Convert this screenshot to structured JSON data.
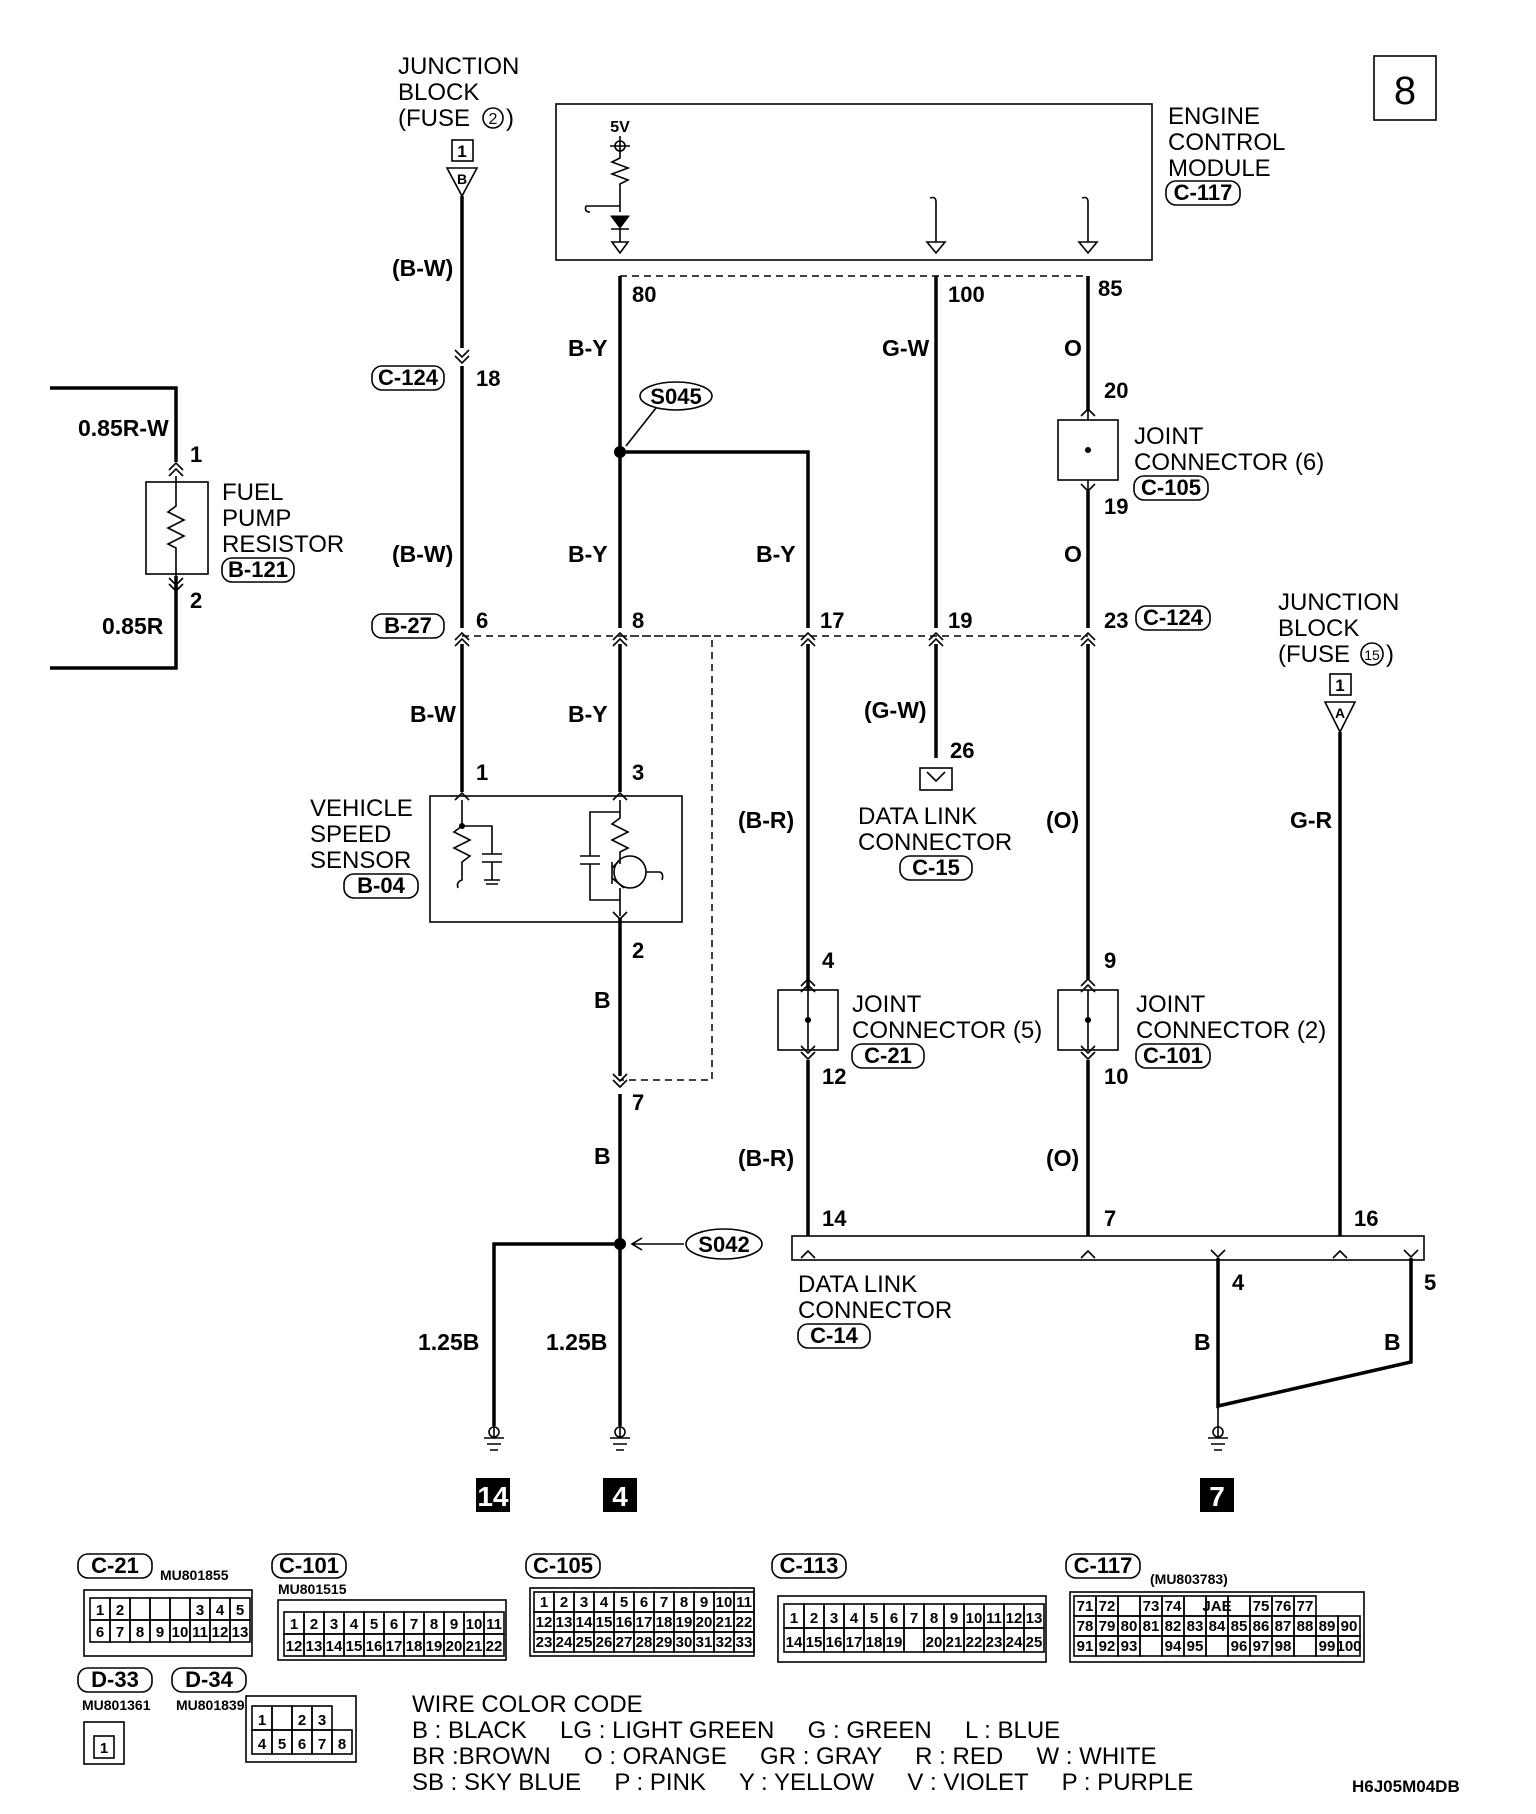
{
  "page_number": "8",
  "diagram_code": "H6J05M04DB",
  "components": {
    "junction_block_fuse2": {
      "line1": "JUNCTION",
      "line2": "BLOCK",
      "line3_prefix": "(FUSE",
      "fuse": "2",
      "line3_suffix": ")",
      "box": "1",
      "terminal": "B"
    },
    "junction_block_fuse15": {
      "line1": "JUNCTION",
      "line2": "BLOCK",
      "line3_prefix": "(FUSE",
      "fuse": "15",
      "line3_suffix": ")",
      "box": "1",
      "terminal": "A"
    },
    "ecm": {
      "line1": "ENGINE",
      "line2": "CONTROL",
      "line3": "MODULE",
      "tag": "C-117",
      "voltage": "5V"
    },
    "fuel_pump_resistor": {
      "line1": "FUEL",
      "line2": "PUMP",
      "line3": "RESISTOR",
      "tag": "B-121"
    },
    "vehicle_speed_sensor": {
      "line1": "VEHICLE",
      "line2": "SPEED",
      "line3": "SENSOR",
      "tag": "B-04"
    },
    "joint_connector_6": {
      "line1": "JOINT",
      "line2": "CONNECTOR (6)",
      "tag": "C-105"
    },
    "joint_connector_5": {
      "line1": "JOINT",
      "line2": "CONNECTOR (5)",
      "tag": "C-21"
    },
    "joint_connector_2": {
      "line1": "JOINT",
      "line2": "CONNECTOR (2)",
      "tag": "C-101"
    },
    "data_link_connector_c15": {
      "line1": "DATA LINK",
      "line2": "CONNECTOR",
      "tag": "C-15"
    },
    "data_link_connector_c14": {
      "line1": "DATA LINK",
      "line2": "CONNECTOR",
      "tag": "C-14"
    }
  },
  "connector_tags": {
    "c124_top": "C-124",
    "b27": "B-27",
    "c124_mid": "C-124"
  },
  "splices": {
    "s045": "S045",
    "s042": "S042"
  },
  "wire_labels": {
    "bw_top": "(B-W)",
    "bw_mid": "(B-W)",
    "bw_low": "B-W",
    "by_top": "B-Y",
    "by_mid": "B-Y",
    "by_low": "B-Y",
    "by_branch": "B-Y",
    "gw_top": "G-W",
    "gw_low": "(G-W)",
    "o_top": "O",
    "o_mid": "O",
    "o_paren1": "(O)",
    "o_paren2": "(O)",
    "br_1": "(B-R)",
    "br_2": "(B-R)",
    "b_1": "B",
    "b_2": "B",
    "b_right1": "B",
    "b_right2": "B",
    "gr": "G-R",
    "r_w": "0.85R-W",
    "r": "0.85R",
    "gnd_1": "1.25B",
    "gnd_2": "1.25B"
  },
  "pins": {
    "ecm_80": "80",
    "ecm_100": "100",
    "ecm_85": "85",
    "c124_18": "18",
    "jc6_20": "20",
    "jc6_19": "19",
    "fpr_1": "1",
    "fpr_2": "2",
    "b27_6": "6",
    "b27_8": "8",
    "b27_17": "17",
    "b27_19": "19",
    "c124_23": "23",
    "dlc15_26": "26",
    "vss_1": "1",
    "vss_3": "3",
    "vss_2": "2",
    "b27_7": "7",
    "jc5_4": "4",
    "jc5_12": "12",
    "jc2_9": "9",
    "jc2_10": "10",
    "dlc14_14": "14",
    "dlc14_7": "7",
    "dlc14_16": "16",
    "dlc14_4": "4",
    "dlc14_5": "5"
  },
  "grounds": [
    "14",
    "4",
    "7"
  ],
  "connector_views": {
    "c21": {
      "tag": "C-21",
      "part": "MU801855",
      "row1": [
        "1",
        "2",
        "",
        "",
        "",
        "3",
        "4",
        "5"
      ],
      "row2": [
        "6",
        "7",
        "8",
        "9",
        "10",
        "11",
        "12",
        "13"
      ]
    },
    "c101": {
      "tag": "C-101",
      "part": "MU801515",
      "row1": [
        "1",
        "2",
        "3",
        "4",
        "5",
        "6",
        "7",
        "8",
        "9",
        "10",
        "11"
      ],
      "row2": [
        "12",
        "13",
        "14",
        "15",
        "16",
        "17",
        "18",
        "19",
        "20",
        "21",
        "22"
      ]
    },
    "c105": {
      "tag": "C-105",
      "row1": [
        "1",
        "2",
        "3",
        "4",
        "5",
        "6",
        "7",
        "8",
        "9",
        "10",
        "11"
      ],
      "row2": [
        "12",
        "13",
        "14",
        "15",
        "16",
        "17",
        "18",
        "19",
        "20",
        "21",
        "22"
      ],
      "row3": [
        "23",
        "24",
        "25",
        "26",
        "27",
        "28",
        "29",
        "30",
        "31",
        "32",
        "33"
      ]
    },
    "c113": {
      "tag": "C-113",
      "row1": [
        "1",
        "2",
        "3",
        "4",
        "5",
        "6",
        "7",
        "8",
        "9",
        "10",
        "11",
        "12",
        "13"
      ],
      "row2": [
        "14",
        "15",
        "16",
        "17",
        "18",
        "19",
        "",
        "20",
        "21",
        "22",
        "23",
        "24",
        "25"
      ]
    },
    "c117": {
      "tag": "C-117",
      "part": "(MU803783)",
      "row1": [
        "71",
        "72",
        "",
        "73",
        "74",
        "",
        "JAE",
        "",
        "75",
        "76",
        "77"
      ],
      "row2": [
        "78",
        "79",
        "80",
        "81",
        "82",
        "83",
        "84",
        "85",
        "86",
        "87",
        "88",
        "89",
        "90"
      ],
      "row3": [
        "91",
        "92",
        "93",
        "",
        "94",
        "95",
        "",
        "96",
        "97",
        "98",
        "",
        "99",
        "100"
      ]
    },
    "d33": {
      "tag": "D-33",
      "part": "MU801361",
      "pin": "1"
    },
    "d34": {
      "tag": "D-34",
      "part": "MU801839",
      "row1": [
        "1",
        "",
        "2",
        "3"
      ],
      "row2": [
        "4",
        "5",
        "6",
        "7",
        "8"
      ]
    }
  },
  "wire_color_code": {
    "title": "WIRE COLOR CODE",
    "line1": "B : BLACK     LG : LIGHT GREEN     G : GREEN     L : BLUE",
    "line2": "BR :BROWN     O : ORANGE     GR : GRAY     R : RED     W : WHITE",
    "line3": "SB : SKY BLUE     P : PINK     Y : YELLOW     V : VIOLET     P : PURPLE"
  }
}
